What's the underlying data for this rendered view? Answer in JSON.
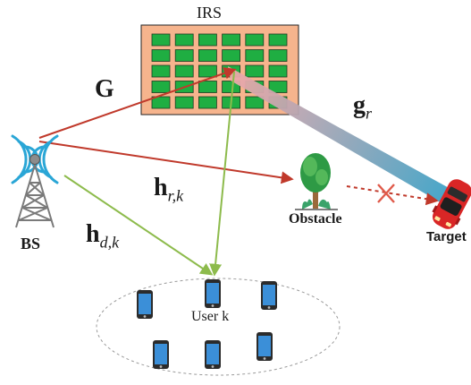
{
  "irs": {
    "title": "IRS",
    "rows": 5,
    "cols": 6
  },
  "channels": {
    "G": "G",
    "g_r": {
      "base": "g",
      "sub": "r"
    },
    "h_rk": {
      "base": "h",
      "sub": "r,k"
    },
    "h_dk": {
      "base": "h",
      "sub": "d,k"
    }
  },
  "nodes": {
    "bs_label": "BS",
    "obstacle_label": "Obstacle",
    "target_label": "Target",
    "user_label": "User k"
  },
  "colors": {
    "irs_panel": "#f6b48d",
    "irs_element": "#1fae42",
    "bs_link": "#c0392b",
    "user_link": "#8dbb4c",
    "sensing_beam_start": "#f2a8a8",
    "sensing_beam_end": "#3ea2c6",
    "tower": "#7a7a7a",
    "signal_waves": "#2aa6d6",
    "phone": "#3b8fd8",
    "blocked_mark": "#e05a4a"
  },
  "icons": [
    "antenna-tower-icon",
    "tree-icon",
    "car-icon",
    "smartphone-icon",
    "blocked-x-icon"
  ]
}
